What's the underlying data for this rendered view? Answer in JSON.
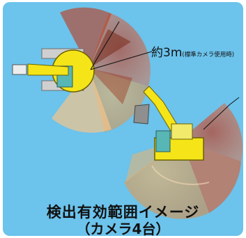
{
  "annotation": {
    "range_value": "約3m",
    "range_note": "(標準カメラ使用時)"
  },
  "caption": {
    "line1": "検出有効範囲イメージ",
    "line2": "（カメラ4台）"
  },
  "colors": {
    "background": "#6cc3ec",
    "machine": "#f5e418",
    "fan_red": "#d94d2e",
    "fan_orange": "#f08a3a",
    "fan_peach": "#f5c08c"
  }
}
